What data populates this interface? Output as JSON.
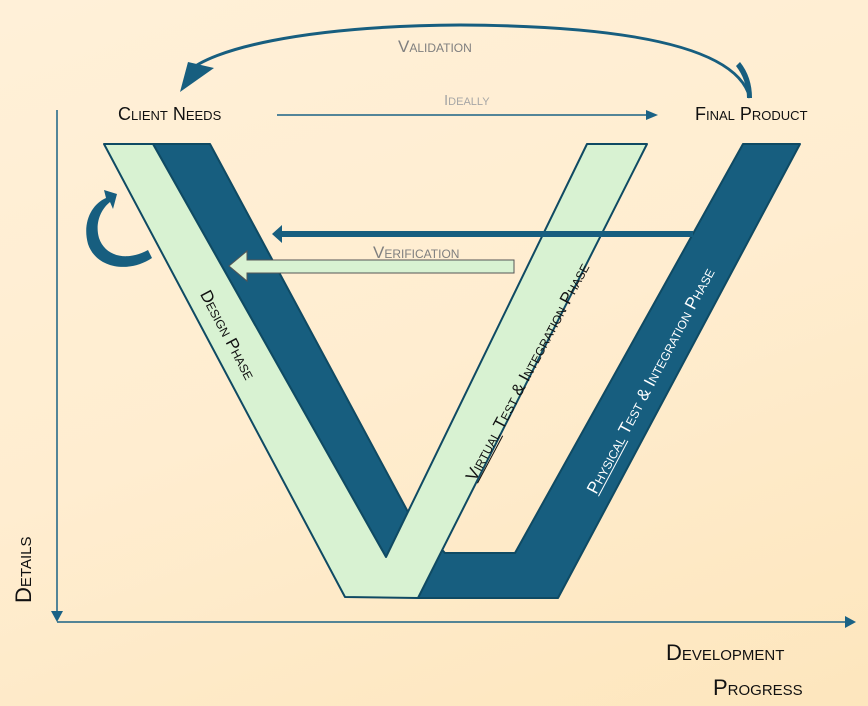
{
  "diagram": {
    "type": "V-model",
    "colors": {
      "background": "#ffeed4",
      "dark_band": "#175e7f",
      "light_band": "#d8f2d2",
      "outline": "#0f4a63",
      "arrow": "#1a6285"
    },
    "labels": {
      "client_needs": "Client Needs",
      "final_product": "Final Product",
      "validation": "Validation",
      "ideally": "Ideally",
      "verification": "Verification",
      "design_phase": "Design Phase",
      "virtual_prefix": "Virtual",
      "virtual_rest": " Test & Integration Phase",
      "physical_prefix": "Physical",
      "physical_rest": " Test & Integration Phase",
      "y_axis": "Details",
      "x_axis_line1": "Development",
      "x_axis_line2": "Progress"
    }
  }
}
